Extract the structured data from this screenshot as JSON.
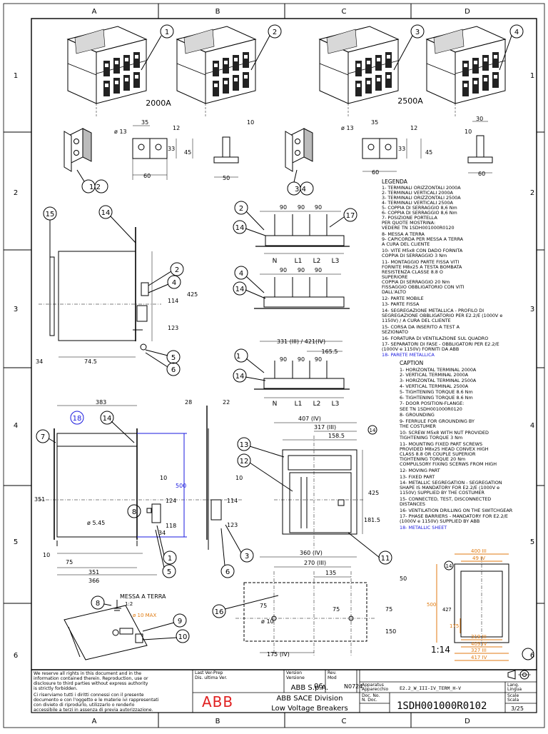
{
  "grid": {
    "cols": [
      "A",
      "B",
      "C",
      "D"
    ],
    "rows": [
      "1",
      "2",
      "3",
      "4",
      "5",
      "6"
    ]
  },
  "captions": {
    "rating_2000": "2000A",
    "rating_2500": "2500A",
    "label_12": "1 2",
    "label_34": "3 4",
    "scale_note": "1:14",
    "earth_label": "MESSA A TERRA",
    "earth_ratio": "1:2",
    "max_note": "ø 10 MAX"
  },
  "callouts": [
    "1",
    "2",
    "3",
    "4",
    "15",
    "14",
    "2",
    "4",
    "5",
    "6",
    "2",
    "17",
    "14",
    "4",
    "14",
    "1",
    "3",
    "14",
    "18",
    "7",
    "14",
    "13",
    "12",
    "8",
    "1",
    "5",
    "3",
    "6",
    "11",
    "16",
    "9",
    "10",
    "8",
    "14"
  ],
  "dimensions": {
    "d35a": "35",
    "d12a": "12",
    "d10a": "10",
    "d13a": "ø 13",
    "d33a": "33",
    "d45a": "45",
    "d60a": "60",
    "d50": "50",
    "d35b": "35",
    "d12b": "12",
    "d10b": "10",
    "d13b": "ø 13",
    "d33b": "33",
    "d45b": "45",
    "d60b": "60",
    "d30": "30",
    "d60c": "60",
    "d90": "90",
    "d425": "425",
    "d114": "114",
    "d123": "123",
    "d745": "74.5",
    "d34": "34",
    "d331": "331 (III) / 421(IV)",
    "d1655": "165.5",
    "d383": "383",
    "d28": "28",
    "d22": "22",
    "d351": "351",
    "d500": "500",
    "d545": "ø 5.45",
    "d124": "124",
    "d118": "118",
    "d75": "75",
    "d366": "366",
    "d407": "407 (IV)",
    "d317": "317 (III)",
    "d1585": "158.5",
    "d1815": "181.5",
    "d360": "360 (IV)",
    "d270": "270 (III)",
    "d135": "135",
    "d150": "150",
    "d175": "175 (IV)",
    "d10dia": "ø 10",
    "d400": "400 III",
    "d490": "49 IV",
    "d427": "427",
    "d175b": "175",
    "d319": "319 III",
    "d409": "409 IV",
    "d327": "327 III",
    "d417": "417 IV"
  },
  "phase_labels": [
    "N",
    "L1",
    "L2",
    "L3"
  ],
  "legenda": {
    "title": "LEGENDA",
    "items": [
      "1- TERMINALI ORIZZONTALI 2000A",
      "2- TERMINALI VERTICALI 2000A",
      "3- TERMINALI ORIZZONTALI 2500A",
      "4- TERMINALI VERTICALI 2500A",
      "5- COPPIA DI SERRAGGIO 8,6 Nm",
      "6- COPPIA DI SERRAGGIO 8,6 Nm",
      "7- POSIZIONE PORTELLA",
      "   PER QUOTE MOSTRINA:",
      "   VEDERE TN 1SDH001000R0120",
      "8- MESSA A TERRA",
      "9- CAPICORDA PER MESSA A TERRA",
      "   A CURA DEL CLIENTE",
      "10- VITE M5x8 CON DADO FORNITA",
      "   COPPIA DI SERRAGGIO 3 Nm",
      "11- MONTAGGIO PARTE FISSA VITI",
      "   FORNITE M8x25 A TESTA BOMBATA",
      "   RESISTENZA CLASSE 8.8 O",
      "   SUPERIORE",
      "   COPPIA DI SERRAGGIO 20 Nm",
      "   FISSAGGIO OBBLIGATORIO CON VITI",
      "   DALL'ALTO",
      "12- PARTE MOBILE",
      "13- PARTE FISSA",
      "14- SEGREGAZIONE METALLICA - PROFILO DI",
      "SEGREGAZIONE OBBLIGATORIO PER E2.2/E (1000V e",
      "1150V) / A CURA DEL CLIENTE",
      "15- CORSA DA INSERITO A TEST A",
      "   SEZIONATO",
      "16- FORATURA DI VENTILAZIONE SUL QUADRO",
      "17- SEPARATORI DI FASE - OBBLIGATORI PER E2.2/E",
      "(1000V e 1150V) FORNITI DA ABB"
    ],
    "highlight": "18- PARETE METALLICA"
  },
  "caption": {
    "title": "CAPTION",
    "items": [
      "1- HORIZONTAL TERMINAL 2000A",
      "2- VERTICAL TERMINAL 2000A",
      "3- HORIZONTAL TERMINAL 2500A",
      "4- VERTICAL TERMINAL 2500A",
      "5- TIGHTENING TORQUE 8.6 Nm",
      "6- TIGHTENING TORQUE 8.6 Nm",
      "7- DOOR POSITION-FLANGE:",
      "   SEE TN 1SDH001000R0120",
      "8- GROUNDING",
      "9- FERRULE FOR GROUNDING BY",
      "   THE COSTUMER",
      "10- SCREW M5x8 WITH NUT PROVIDED",
      "   TIGHTENING TORQUE 3 Nm",
      "11- MOUNTING FIXED PART SCREWS",
      "   PROVIDED M8x25 HEAD CONVEX HIGH",
      "   CLASS 8.8 OR COUPLE SUPERIOR",
      "   TIGHTENING TORQUE 20 Nm",
      "   COMPULSORY FIXING SCERWS FROM HIGH",
      "12- MOVING PART",
      "13- FIXED PART",
      "14- METALLIC SEGREGATION - SEGREGATION",
      "SHAPE IS MANDATORY FOR E2.2/E (1000V e",
      "1150V) SUPPLIED BY THE COSTUMER",
      "15- CONNECTED, TEST, DISCONNECTED",
      "   DISTANCES",
      "16- VENTILATION DRILLING ON THE SWITCHGEAR",
      "17- PHASE BARRIERS - MANDATORY FOR E2.2/E",
      "(1000V e 1150V) SUPPLIED BY ABB"
    ],
    "highlight": "18- METALLIC SHEET"
  },
  "title_block": {
    "rights_en": [
      "We reserve all rights in this document and in the",
      "information contained therein. Reproduction, use or",
      "disclosure to third parties without express authority",
      "is strictly forbidden."
    ],
    "rights_it": [
      "Ci riserviamo tutti i diritti connessi con il presente",
      "documento e con l'oggetto e le materie ivi rappresentati",
      "con divieto di riprodurlo, utilizzarlo o renderlo",
      "accessibile a terzi in assenza di previa autorizzazione."
    ],
    "last_ver_label": "Last Ver-Prep",
    "last_ver_label_it": "Dis. ultima Ver.",
    "version_label": "Version",
    "version_label_it": "Versione",
    "version_value": "06",
    "rev_label": "Rev.",
    "mod_label": "Mod",
    "mod_value": "N0724",
    "company": "ABB S.p.A.",
    "division": "ABB SACE Division",
    "product": "Low Voltage Breakers",
    "logo": "ABB",
    "apparatus_label": "Apparatus",
    "apparatus_label_it": "Apparecchio",
    "apparatus_value": "E2.2_W_III-IV_TERM_H-V",
    "lang_label": "Lang.",
    "lang_label_it": "Lingua",
    "docno_label": "Doc. No.",
    "docno_label_it": "N. Doc.",
    "docno_value": "1SDH001000R0102",
    "scale_label": "Scale",
    "scale_label_it": "Scala",
    "sheet_value": "3/25"
  },
  "colors": {
    "ink": "#000000",
    "blue": "#1a1adf",
    "orange": "#e07a10",
    "red": "#e02020"
  }
}
